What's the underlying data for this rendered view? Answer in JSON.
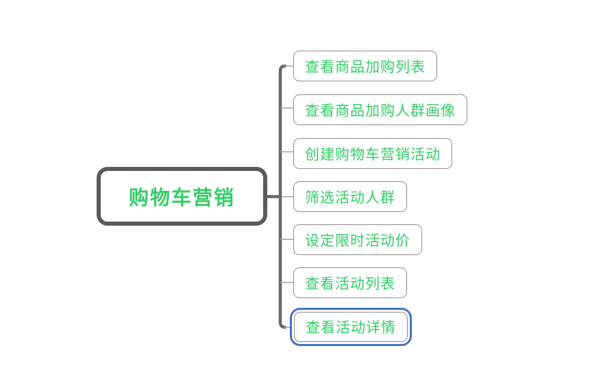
{
  "mindmap": {
    "root": {
      "label": "购物车营销"
    },
    "subtopics": [
      {
        "label": "查看商品加购列表",
        "selected": false
      },
      {
        "label": "查看商品加购人群画像",
        "selected": false
      },
      {
        "label": "创建购物车营销活动",
        "selected": false
      },
      {
        "label": "筛选活动人群",
        "selected": false
      },
      {
        "label": "设定限时活动价",
        "selected": false
      },
      {
        "label": "查看活动列表",
        "selected": false
      },
      {
        "label": "查看活动详情",
        "selected": true
      }
    ],
    "selected_topic": "查看活动详情",
    "colors": {
      "background": "#ffffff",
      "topic_text_green": "#33cc66",
      "root_border_gray": "#5b5b5b",
      "subtopic_border_gray": "#8c8c8c",
      "spine_dark_gray": "#666666",
      "branch_light_gray": "#a0a0a0",
      "selection_blue": "#4472c4"
    }
  }
}
